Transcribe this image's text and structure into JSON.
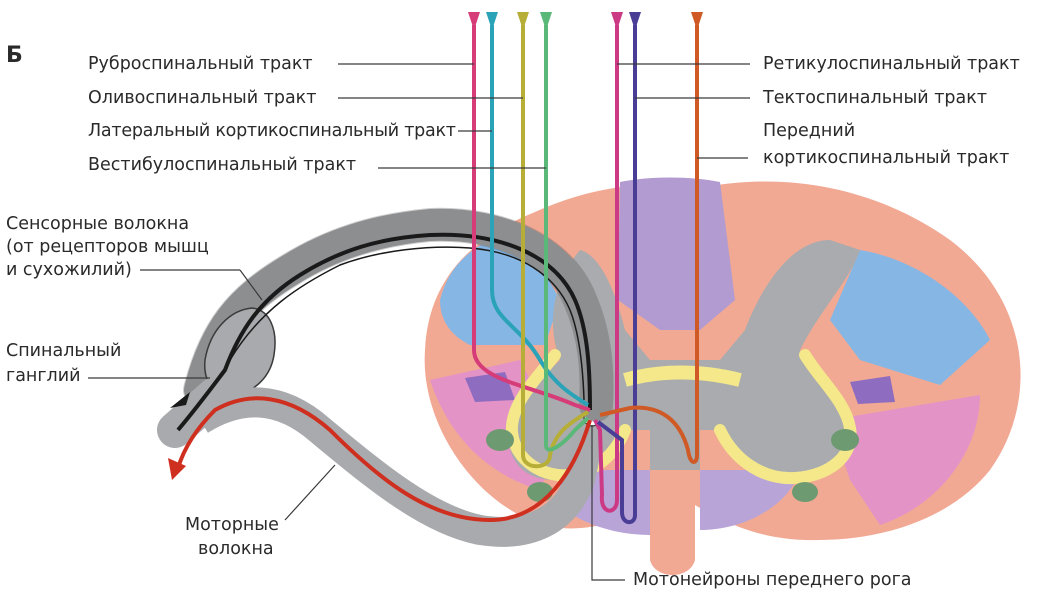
{
  "figure": {
    "panel_letter": "Б",
    "labels": {
      "rubrospinal": "Руброспинальный тракт",
      "olivospinal": "Оливоспинальный тракт",
      "lateral_corticospinal": "Латеральный кортикоспинальный тракт",
      "vestibulospinal": "Вестибулоспинальный тракт",
      "reticulospinal": "Ретикулоспинальный тракт",
      "tectospinal": "Тектоспинальный тракт",
      "anterior_corticospinal_1": "Передний",
      "anterior_corticospinal_2": "кортикоспинальный тракт",
      "sensory_1": "Сенсорные волокна",
      "sensory_2": "(от рецепторов мышц",
      "sensory_3": "и сухожилий)",
      "ganglion_1": "Спинальный",
      "ganglion_2": "ганглий",
      "motor_1": "Моторные",
      "motor_2": "волокна",
      "motoneurons": "Мотонейроны переднего рога"
    },
    "tract_colors": {
      "rubrospinal": "#d63c78",
      "lateral_corticospinal": "#2aa3b8",
      "olivospinal": "#b6ae36",
      "vestibulospinal": "#5ab878",
      "reticulospinal": "#cc3a86",
      "tectospinal": "#4a3d96",
      "anterior_corticospinal": "#cf5a26",
      "motor_fiber": "#cf2f1f",
      "sensory_fiber": "#1a1a1a"
    }
  }
}
